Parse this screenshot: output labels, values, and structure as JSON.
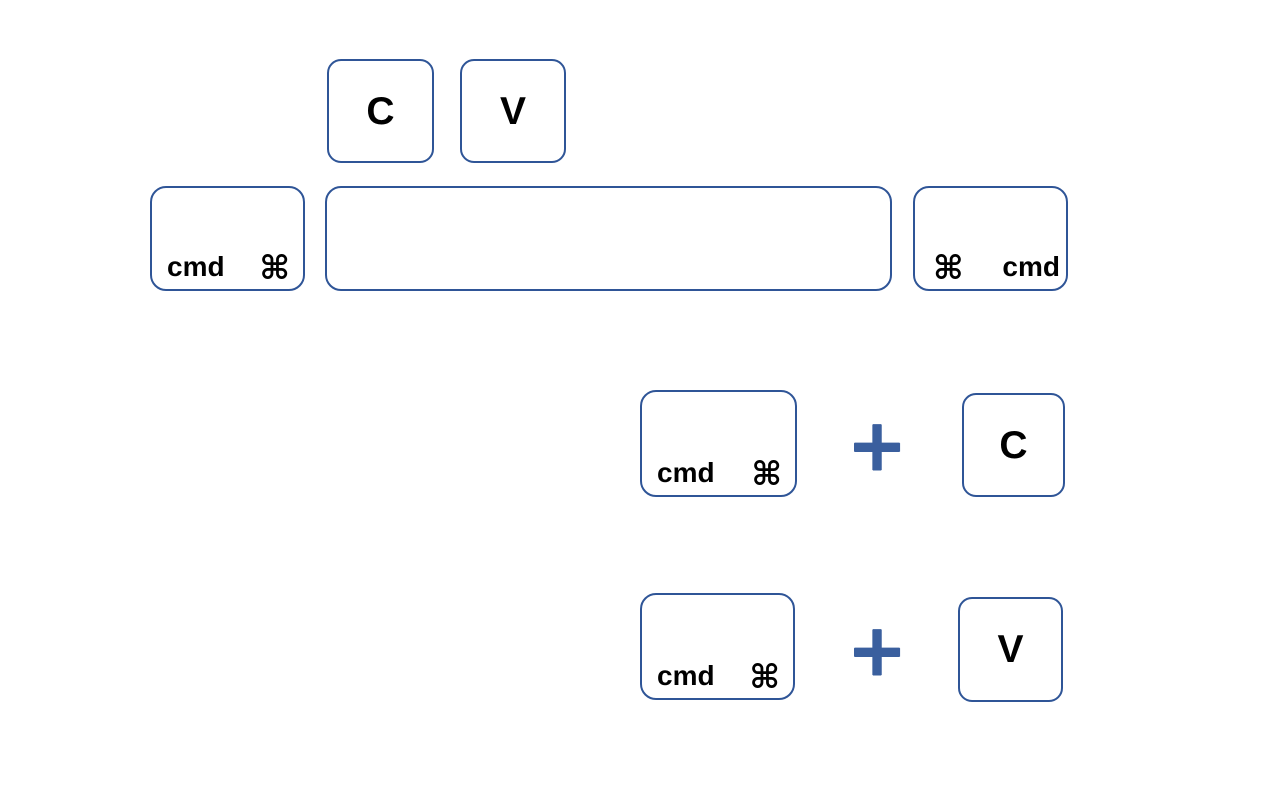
{
  "colors": {
    "background": "#ffffff",
    "key_border": "#2f5597",
    "key_fill": "#ffffff",
    "key_text": "#000000",
    "plus": "#3a5f9e"
  },
  "keyboard": {
    "letter_keys": [
      {
        "label": "C"
      },
      {
        "label": "V"
      }
    ],
    "cmd_left": {
      "text": "cmd",
      "symbol": "⌘"
    },
    "spacebar": {
      "label": ""
    },
    "cmd_right": {
      "symbol": "⌘",
      "text": "cmd"
    }
  },
  "shortcuts": [
    {
      "modifier": {
        "text": "cmd",
        "symbol": "⌘"
      },
      "operator": "+",
      "key": "C"
    },
    {
      "modifier": {
        "text": "cmd",
        "symbol": "⌘"
      },
      "operator": "+",
      "key": "V"
    }
  ]
}
